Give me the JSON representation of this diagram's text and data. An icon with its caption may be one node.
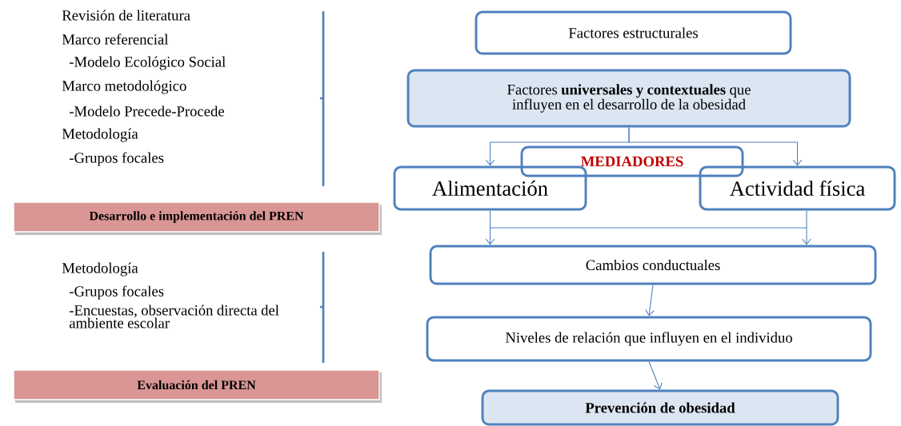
{
  "diagram": {
    "nodes": [
      {
        "text": [
          "Factores estructurales"
        ]
      },
      {
        "text": [
          "Factores **universales y contextuales** que influyen en el desarrollo de la obesidad"
        ]
      },
      {
        "text": [
          "MEDIADORES"
        ]
      },
      {
        "text": [
          "Alimentación"
        ]
      },
      {
        "text": [
          "Actividad física"
        ]
      },
      {
        "text": [
          "Cambios conductuales"
        ]
      },
      {
        "text": [
          "Niveles de relación que influyen en el individuo"
        ]
      },
      {
        "text": [
          "Prevención de obesidad"
        ]
      },
      {
        "text": [
          "Desarrollo e implementación del PREN"
        ]
      },
      {
        "text": [
          "Evaluación del PREN"
        ]
      }
    ],
    "edges": [
      {
        "from": 1,
        "to": 3,
        "arrow": "to"
      },
      {
        "from": 1,
        "to": 4,
        "arrow": "to"
      },
      {
        "from": 3,
        "to": 5,
        "arrow": "to"
      },
      {
        "from": 4,
        "to": 5,
        "arrow": "to"
      },
      {
        "from": 5,
        "to": 6,
        "arrow": "to"
      },
      {
        "from": 6,
        "to": 7,
        "arrow": "to"
      }
    ],
    "labels": [
      "Revisión de literatura",
      "Marco referencial",
      "-Modelo Ecológico Social",
      "Marco metodológico",
      "-Modelo Precede-Procede",
      "Metodología",
      "-Grupos focales",
      "Metodología",
      "-Grupos focales",
      "-Encuestas, observación directa del ambiente escolar"
    ]
  }
}
